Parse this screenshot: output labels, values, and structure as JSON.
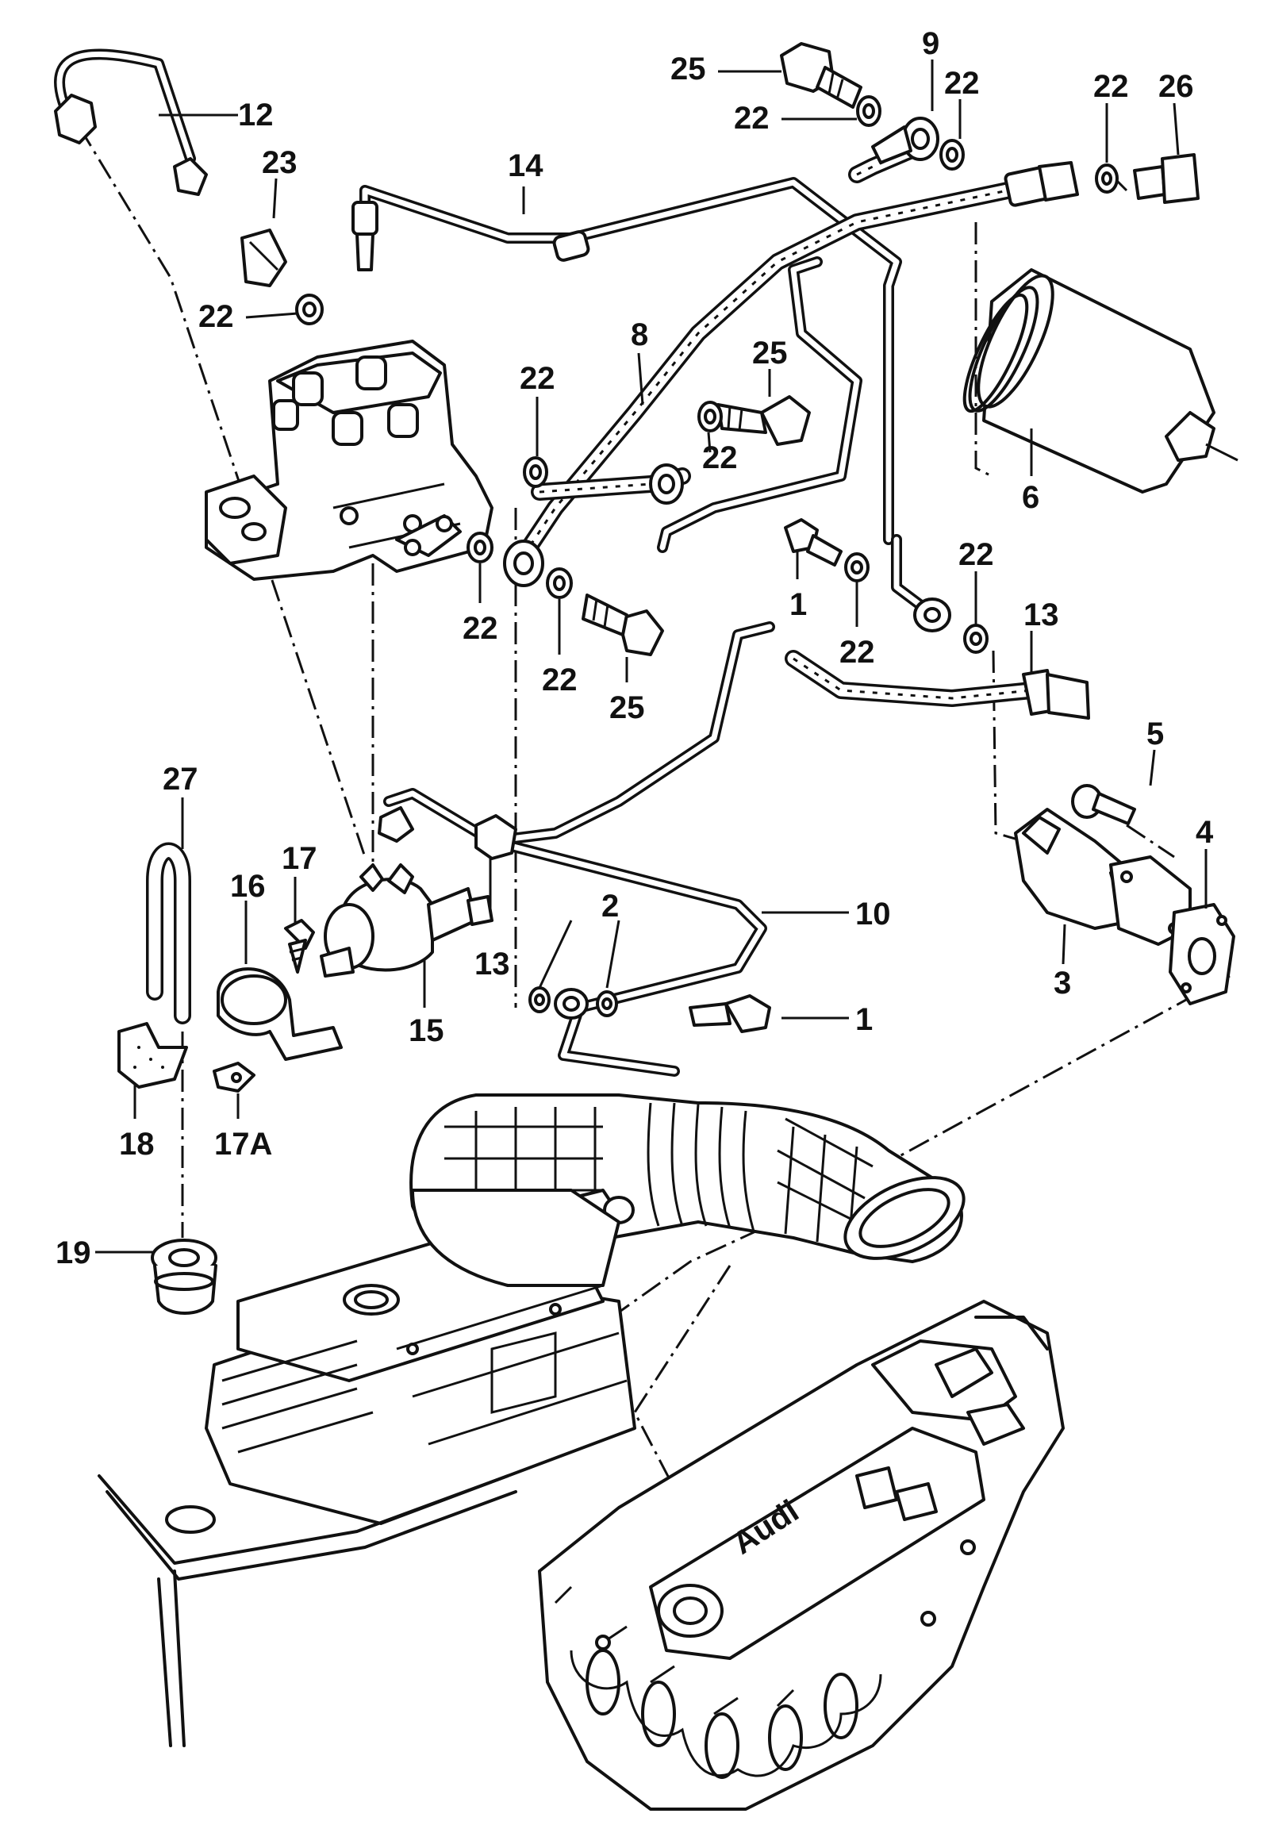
{
  "diagram": {
    "callouts": [
      {
        "id": "c-12",
        "text": "12"
      },
      {
        "id": "c-23",
        "text": "23"
      },
      {
        "id": "c-22-a",
        "text": "22"
      },
      {
        "id": "c-14",
        "text": "14"
      },
      {
        "id": "c-25-a",
        "text": "25"
      },
      {
        "id": "c-22-b",
        "text": "22"
      },
      {
        "id": "c-9",
        "text": "9"
      },
      {
        "id": "c-22-c",
        "text": "22"
      },
      {
        "id": "c-22-d",
        "text": "22"
      },
      {
        "id": "c-26",
        "text": "26"
      },
      {
        "id": "c-8",
        "text": "8"
      },
      {
        "id": "c-22-e",
        "text": "22"
      },
      {
        "id": "c-25-b",
        "text": "25"
      },
      {
        "id": "c-22-f",
        "text": "22"
      },
      {
        "id": "c-6",
        "text": "6"
      },
      {
        "id": "c-22-g",
        "text": "22"
      },
      {
        "id": "c-22-h",
        "text": "22"
      },
      {
        "id": "c-25-c",
        "text": "25"
      },
      {
        "id": "c-1-a",
        "text": "1"
      },
      {
        "id": "c-22-i",
        "text": "22"
      },
      {
        "id": "c-22-j",
        "text": "22"
      },
      {
        "id": "c-13-a",
        "text": "13"
      },
      {
        "id": "c-5",
        "text": "5"
      },
      {
        "id": "c-4",
        "text": "4"
      },
      {
        "id": "c-3",
        "text": "3"
      },
      {
        "id": "c-27",
        "text": "27"
      },
      {
        "id": "c-17",
        "text": "17"
      },
      {
        "id": "c-16",
        "text": "16"
      },
      {
        "id": "c-13-b",
        "text": "13"
      },
      {
        "id": "c-2",
        "text": "2"
      },
      {
        "id": "c-10",
        "text": "10"
      },
      {
        "id": "c-15",
        "text": "15"
      },
      {
        "id": "c-1-b",
        "text": "1"
      },
      {
        "id": "c-18",
        "text": "18"
      },
      {
        "id": "c-17a",
        "text": "17A"
      },
      {
        "id": "c-19",
        "text": "19"
      }
    ],
    "manifold_logo": "Audi"
  }
}
